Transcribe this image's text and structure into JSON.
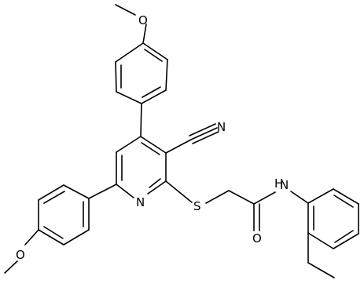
{
  "diagram": {
    "type": "chemical-structure",
    "atom_labels": {
      "methoxy_top_O": "O",
      "methoxy_left_O": "O",
      "cyano_N": "N",
      "pyridine_N": "N",
      "thioether_S": "S",
      "amide_O": "O",
      "amide_N": "N",
      "amide_H": "H"
    },
    "colors": {
      "bond": "#000000",
      "label": "#000000",
      "background": "#ffffff"
    }
  }
}
